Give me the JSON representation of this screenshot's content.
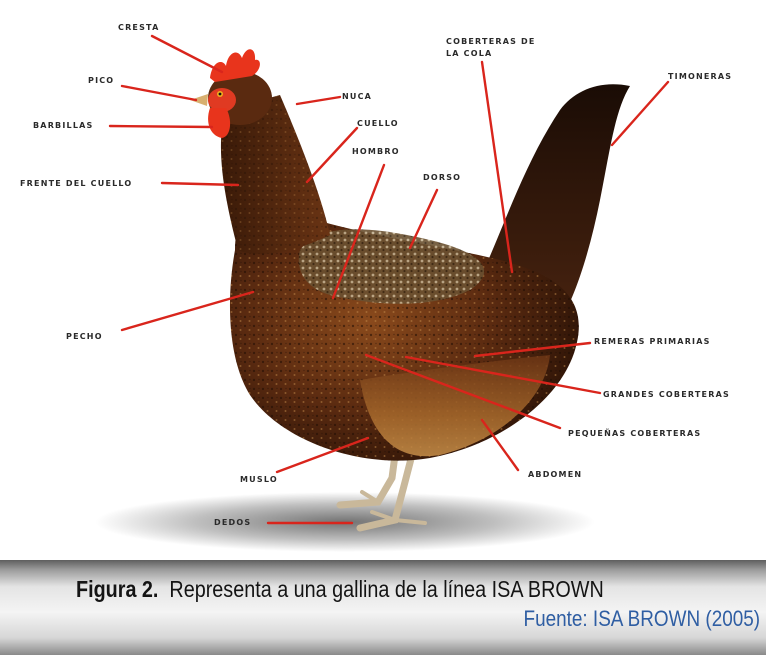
{
  "labels": {
    "cresta": "CRESTA",
    "pico": "PICO",
    "barbillas": "BARBILLAS",
    "frente_cuello": "FRENTE DEL CUELLO",
    "pecho": "PECHO",
    "muslo": "MUSLO",
    "dedos": "DEDOS",
    "nuca": "NUCA",
    "cuello": "CUELLO",
    "hombro": "HOMBRO",
    "dorso": "DORSO",
    "coberteras_cola_1": "COBERTERAS DE",
    "coberteras_cola_2": "LA COLA",
    "timoneras": "TIMONERAS",
    "remeras_primarias": "REMERAS PRIMARIAS",
    "grandes_coberteras": "GRANDES COBERTERAS",
    "pequenas_coberteras": "PEQUEÑAS COBERTERAS",
    "abdomen": "ABDOMEN"
  },
  "caption": {
    "figure_number": "Figura 2.",
    "text": "Representa a una gallina de la línea ISA BROWN",
    "source": "Fuente: ISA BROWN (2005)"
  },
  "colors": {
    "leader": "#d9251c",
    "source_text": "#2f5ea3"
  }
}
